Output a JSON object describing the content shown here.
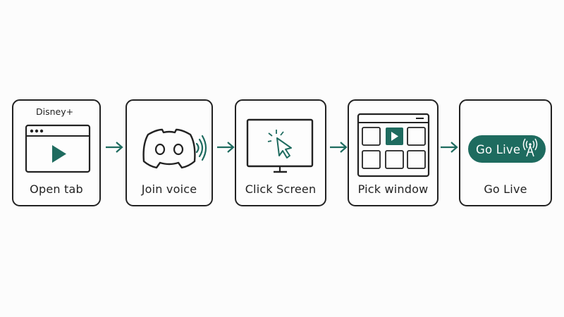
{
  "steps": [
    {
      "label": "Open tab",
      "brand": "Disney+",
      "icon": "browser-play-icon"
    },
    {
      "label": "Join voice",
      "icon": "discord-voice-icon"
    },
    {
      "label": "Click Screen",
      "icon": "monitor-click-icon"
    },
    {
      "label": "Pick window",
      "icon": "window-grid-icon"
    },
    {
      "label": "Go Live",
      "button_text": "Go Live",
      "icon": "broadcast-icon"
    }
  ],
  "colors": {
    "accent": "#1e6b5f",
    "stroke": "#222222",
    "background": "#fcfcfc"
  }
}
